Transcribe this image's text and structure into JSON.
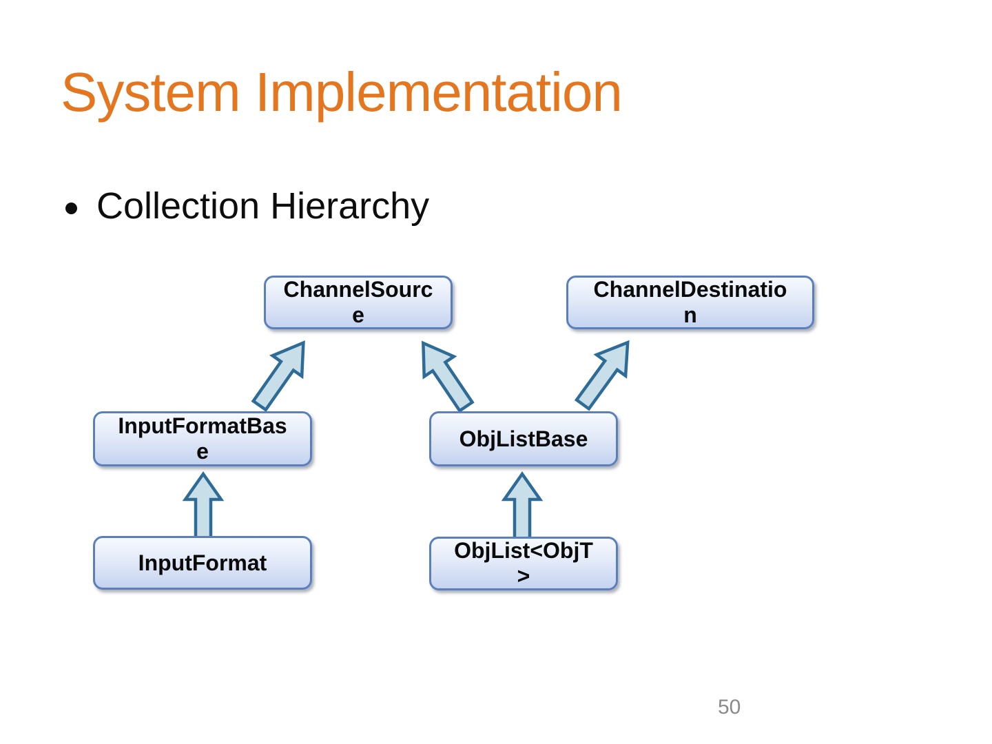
{
  "slide": {
    "title": "System Implementation",
    "bullet": "Collection Hierarchy",
    "page_number": "50"
  },
  "diagram": {
    "boxes": [
      {
        "name": "ChannelSource",
        "line1": "ChannelSourc",
        "line2": "e"
      },
      {
        "name": "ChannelDestination",
        "line1": "ChannelDestinatio",
        "line2": "n"
      },
      {
        "name": "InputFormatBase",
        "line1": "InputFormatBas",
        "line2": "e"
      },
      {
        "name": "ObjListBase",
        "line1": "ObjListBase",
        "line2": ""
      },
      {
        "name": "InputFormat",
        "line1": "InputFormat",
        "line2": ""
      },
      {
        "name": "ObjList<ObjT>",
        "line1": "ObjList<ObjT",
        "line2": ">"
      }
    ],
    "edges": [
      {
        "from": "InputFormatBase",
        "to": "ChannelSource"
      },
      {
        "from": "ObjListBase",
        "to": "ChannelSource"
      },
      {
        "from": "ObjListBase",
        "to": "ChannelDestination"
      },
      {
        "from": "InputFormat",
        "to": "InputFormatBase"
      },
      {
        "from": "ObjList<ObjT>",
        "to": "ObjListBase"
      }
    ]
  },
  "colors": {
    "title": "#E4761F",
    "box_border": "#5B7FBD",
    "box_fill_top": "#F6F9FE",
    "box_fill_bottom": "#C5D3F0",
    "arrow_fill": "#C8DFE9",
    "arrow_stroke": "#2E6B96",
    "page_number": "#8A8A8A"
  }
}
